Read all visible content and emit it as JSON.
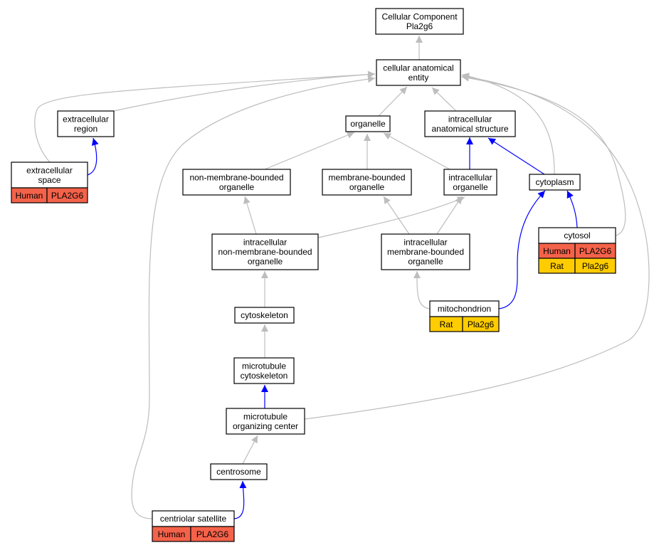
{
  "colors": {
    "gray_edge": "#bdbdbd",
    "blue_edge": "#0000ff",
    "human": "#f4624a",
    "rat": "#ffcc00"
  },
  "nodes": [
    {
      "id": "cc",
      "name": "cellular-component-node",
      "lines": [
        "Cellular Component",
        "Pla2g6"
      ]
    },
    {
      "id": "cae",
      "name": "cellular-anatomical-entity-node",
      "lines": [
        "cellular anatomical",
        "entity"
      ]
    },
    {
      "id": "er",
      "name": "extracellular-region-node",
      "lines": [
        "extracellular",
        "region"
      ]
    },
    {
      "id": "org",
      "name": "organelle-node",
      "lines": [
        "organelle"
      ]
    },
    {
      "id": "ias",
      "name": "intracellular-anatomical-structure-node",
      "lines": [
        "intracellular",
        "anatomical structure"
      ]
    },
    {
      "id": "es",
      "name": "extracellular-space-node",
      "lines": [
        "extracellular",
        "space"
      ],
      "annotations": [
        {
          "species": "Human",
          "gene": "PLA2G6"
        }
      ]
    },
    {
      "id": "nmbo",
      "name": "non-membrane-bounded-organelle-node",
      "lines": [
        "non-membrane-bounded",
        "organelle"
      ]
    },
    {
      "id": "mbo",
      "name": "membrane-bounded-organelle-node",
      "lines": [
        "membrane-bounded",
        "organelle"
      ]
    },
    {
      "id": "io",
      "name": "intracellular-organelle-node",
      "lines": [
        "intracellular",
        "organelle"
      ]
    },
    {
      "id": "cyto",
      "name": "cytoplasm-node",
      "lines": [
        "cytoplasm"
      ]
    },
    {
      "id": "inmbo",
      "name": "intracellular-non-membrane-bounded-organelle-node",
      "lines": [
        "intracellular",
        "non-membrane-bounded",
        "organelle"
      ]
    },
    {
      "id": "imbo",
      "name": "intracellular-membrane-bounded-organelle-node",
      "lines": [
        "intracellular",
        "membrane-bounded",
        "organelle"
      ]
    },
    {
      "id": "cytosol",
      "name": "cytosol-node",
      "lines": [
        "cytosol"
      ],
      "annotations": [
        {
          "species": "Human",
          "gene": "PLA2G6"
        },
        {
          "species": "Rat",
          "gene": "Pla2g6"
        }
      ]
    },
    {
      "id": "mito",
      "name": "mitochondrion-node",
      "lines": [
        "mitochondrion"
      ],
      "annotations": [
        {
          "species": "Rat",
          "gene": "Pla2g6"
        }
      ]
    },
    {
      "id": "cytosk",
      "name": "cytoskeleton-node",
      "lines": [
        "cytoskeleton"
      ]
    },
    {
      "id": "mtcs",
      "name": "microtubule-cytoskeleton-node",
      "lines": [
        "microtubule",
        "cytoskeleton"
      ]
    },
    {
      "id": "mtoc",
      "name": "microtubule-organizing-center-node",
      "lines": [
        "microtubule",
        "organizing center"
      ]
    },
    {
      "id": "centro",
      "name": "centrosome-node",
      "lines": [
        "centrosome"
      ]
    },
    {
      "id": "csat",
      "name": "centriolar-satellite-node",
      "lines": [
        "centriolar satellite"
      ],
      "annotations": [
        {
          "species": "Human",
          "gene": "PLA2G6"
        }
      ]
    }
  ],
  "edges": [
    {
      "from": "cae",
      "to": "cc",
      "type": "gray"
    },
    {
      "from": "er",
      "to": "cae",
      "type": "gray"
    },
    {
      "from": "org",
      "to": "cae",
      "type": "gray"
    },
    {
      "from": "ias",
      "to": "cae",
      "type": "gray"
    },
    {
      "from": "es",
      "to": "cae",
      "type": "gray"
    },
    {
      "from": "es",
      "to": "er",
      "type": "blue"
    },
    {
      "from": "nmbo",
      "to": "org",
      "type": "gray"
    },
    {
      "from": "mbo",
      "to": "org",
      "type": "gray"
    },
    {
      "from": "io",
      "to": "org",
      "type": "gray"
    },
    {
      "from": "io",
      "to": "ias",
      "type": "blue"
    },
    {
      "from": "cyto",
      "to": "ias",
      "type": "blue"
    },
    {
      "from": "cyto",
      "to": "cae",
      "type": "gray"
    },
    {
      "from": "cytosol",
      "to": "cyto",
      "type": "blue"
    },
    {
      "from": "cytosol",
      "to": "cae",
      "type": "gray"
    },
    {
      "from": "inmbo",
      "to": "nmbo",
      "type": "gray"
    },
    {
      "from": "inmbo",
      "to": "io",
      "type": "gray"
    },
    {
      "from": "imbo",
      "to": "mbo",
      "type": "gray"
    },
    {
      "from": "imbo",
      "to": "io",
      "type": "gray"
    },
    {
      "from": "mito",
      "to": "imbo",
      "type": "gray"
    },
    {
      "from": "mito",
      "to": "cyto",
      "type": "blue"
    },
    {
      "from": "cytosk",
      "to": "inmbo",
      "type": "gray"
    },
    {
      "from": "mtcs",
      "to": "cytosk",
      "type": "gray"
    },
    {
      "from": "mtoc",
      "to": "mtcs",
      "type": "blue"
    },
    {
      "from": "mtoc",
      "to": "cae",
      "type": "gray"
    },
    {
      "from": "centro",
      "to": "mtoc",
      "type": "gray"
    },
    {
      "from": "csat",
      "to": "centro",
      "type": "blue"
    },
    {
      "from": "csat",
      "to": "cae",
      "type": "gray"
    }
  ]
}
